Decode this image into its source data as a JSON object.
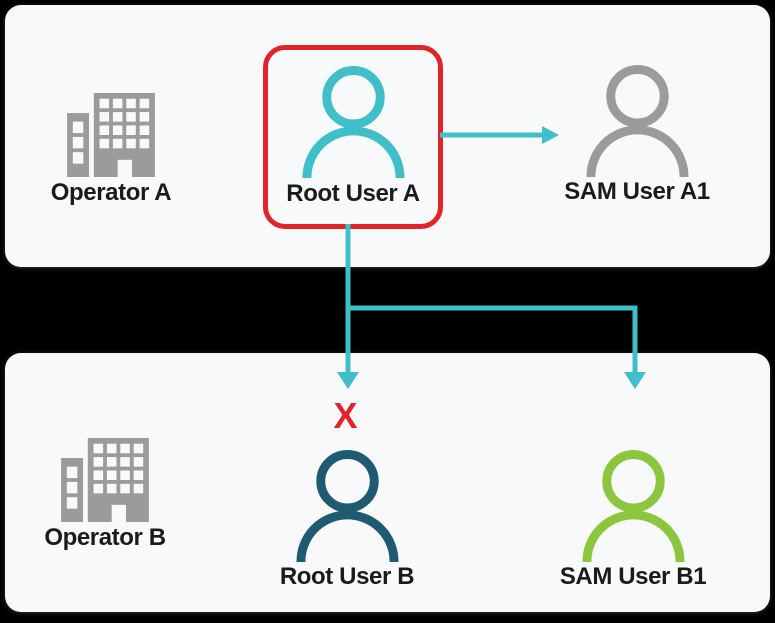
{
  "colors": {
    "bg": "#000000",
    "panel": "#F8F9FA",
    "teal": "#3FBFC9",
    "navy": "#1E5A72",
    "green": "#8CC63F",
    "gray": "#9B9B9B",
    "red": "#E02428",
    "text": "#1B1B1B"
  },
  "panels": {
    "top": {
      "operator": {
        "label": "Operator A",
        "icon": "building-icon",
        "icon_color": "gray"
      },
      "root_user": {
        "label": "Root User A",
        "icon": "person-icon",
        "icon_color": "teal",
        "highlighted": true
      },
      "sam_user": {
        "label": "SAM User A1",
        "icon": "person-icon",
        "icon_color": "gray"
      }
    },
    "bottom": {
      "operator": {
        "label": "Operator B",
        "icon": "building-icon",
        "icon_color": "gray"
      },
      "root_user": {
        "label": "Root User B",
        "icon": "person-icon",
        "icon_color": "navy",
        "blocked": true,
        "blocked_marker": "X"
      },
      "sam_user": {
        "label": "SAM User B1",
        "icon": "person-icon",
        "icon_color": "green"
      }
    }
  },
  "connections": [
    {
      "from": "root-user-a",
      "to": "sam-user-a1",
      "style": "teal-arrow",
      "blocked": false
    },
    {
      "from": "root-user-a",
      "to": "root-user-b",
      "style": "teal-arrow",
      "blocked": true
    },
    {
      "from": "root-user-a",
      "to": "sam-user-b1",
      "style": "teal-arrow",
      "blocked": false
    }
  ]
}
